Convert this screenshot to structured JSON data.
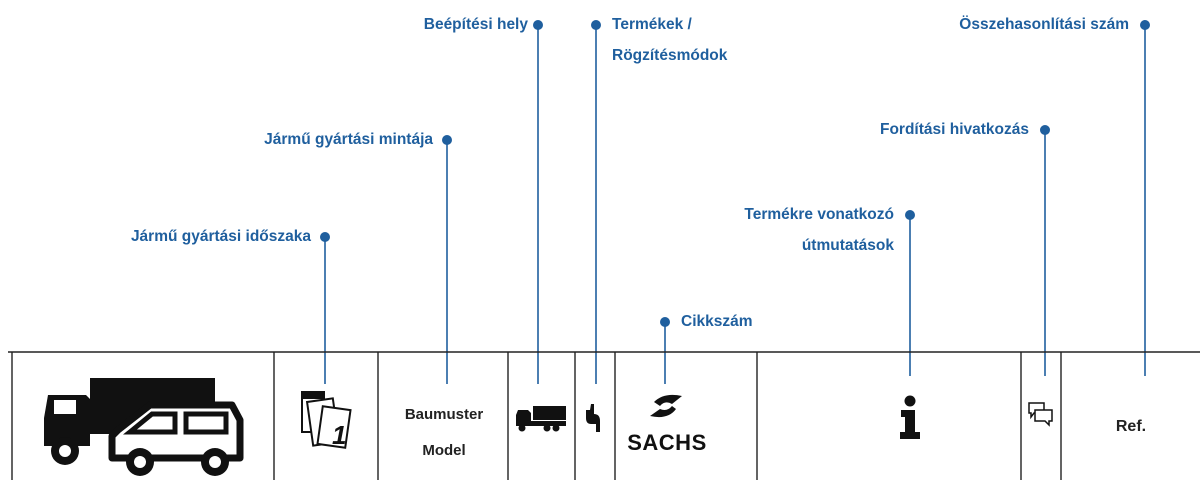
{
  "callouts": {
    "beepitesi_hely": "Beépítési hely",
    "termekek_1": "Termékek /",
    "termekek_2": "Rögzítésmódok",
    "osszehasonlitasi_szam": "Összehasonlítási szám",
    "jarmu_gyartasi_mintaja": "Jármű gyártási mintája",
    "forditasi_hivatkozas": "Fordítási hivatkozás",
    "termekre_1": "Termékre vonatkozó",
    "termekre_2": "útmutatások",
    "jarmu_gyartasi_idoszaka": "Jármű gyártási időszaka",
    "cikkszam": "Cikkszám"
  },
  "table": {
    "baumuster": "Baumuster",
    "model": "Model",
    "brand": "SACHS",
    "info_glyph": "i",
    "ref": "Ref."
  },
  "colors": {
    "accent": "#1f5f9e",
    "border": "#222222"
  },
  "icons": [
    "truck-and-van-icon",
    "calendar-icon",
    "truck-icon",
    "wrench-icon",
    "sachs-logo-icon",
    "info-icon",
    "chat-icon"
  ]
}
